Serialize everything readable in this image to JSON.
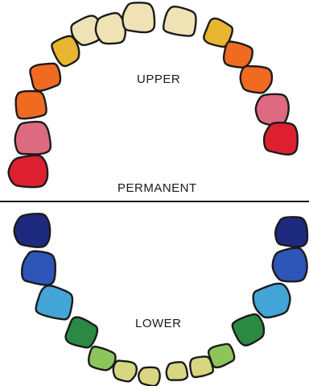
{
  "labels": {
    "upper": "UPPER",
    "permanent": "PERMANENT",
    "lower": "LOWER"
  },
  "colors": {
    "upper_incisor": "#efe2b5",
    "upper_canine": "#e8b630",
    "upper_premolar": "#f06a22",
    "upper_molar_1": "#dd6a80",
    "upper_molar_2": "#dd2030",
    "lower_incisor": "#d8d680",
    "lower_canine": "#8cc65a",
    "lower_premolar": "#2a8a44",
    "lower_molar_1": "#43a4d8",
    "lower_molar_2": "#2e55b8",
    "lower_molar_3": "#1e2a7e",
    "divider": "#1a1a1a"
  },
  "upper_teeth": [
    {
      "id": "upper-right-molar-2",
      "group": "upper_molar_2"
    },
    {
      "id": "upper-right-molar-1",
      "group": "upper_molar_1"
    },
    {
      "id": "upper-right-premolar-2",
      "group": "upper_premolar"
    },
    {
      "id": "upper-right-premolar-1",
      "group": "upper_premolar"
    },
    {
      "id": "upper-right-canine",
      "group": "upper_canine"
    },
    {
      "id": "upper-right-lateral-incisor",
      "group": "upper_incisor"
    },
    {
      "id": "upper-right-central-incisor",
      "group": "upper_incisor"
    },
    {
      "id": "upper-left-central-incisor",
      "group": "upper_incisor"
    },
    {
      "id": "upper-left-lateral-incisor",
      "group": "upper_incisor"
    },
    {
      "id": "upper-left-canine",
      "group": "upper_canine"
    },
    {
      "id": "upper-left-premolar-1",
      "group": "upper_premolar"
    },
    {
      "id": "upper-left-premolar-2",
      "group": "upper_premolar"
    },
    {
      "id": "upper-left-molar-1",
      "group": "upper_molar_1"
    },
    {
      "id": "upper-left-molar-2",
      "group": "upper_molar_2"
    }
  ],
  "lower_teeth": [
    {
      "id": "lower-right-molar-3",
      "group": "lower_molar_3"
    },
    {
      "id": "lower-right-molar-2",
      "group": "lower_molar_2"
    },
    {
      "id": "lower-right-molar-1",
      "group": "lower_molar_1"
    },
    {
      "id": "lower-right-premolar",
      "group": "lower_premolar"
    },
    {
      "id": "lower-right-canine",
      "group": "lower_canine"
    },
    {
      "id": "lower-right-lateral-incisor",
      "group": "lower_incisor"
    },
    {
      "id": "lower-right-central-incisor",
      "group": "lower_incisor"
    },
    {
      "id": "lower-left-central-incisor",
      "group": "lower_incisor"
    },
    {
      "id": "lower-left-lateral-incisor",
      "group": "lower_incisor"
    },
    {
      "id": "lower-left-canine",
      "group": "lower_canine"
    },
    {
      "id": "lower-left-premolar",
      "group": "lower_premolar"
    },
    {
      "id": "lower-left-molar-1",
      "group": "lower_molar_1"
    },
    {
      "id": "lower-left-molar-2",
      "group": "lower_molar_2"
    },
    {
      "id": "lower-left-molar-3",
      "group": "lower_molar_3"
    }
  ]
}
